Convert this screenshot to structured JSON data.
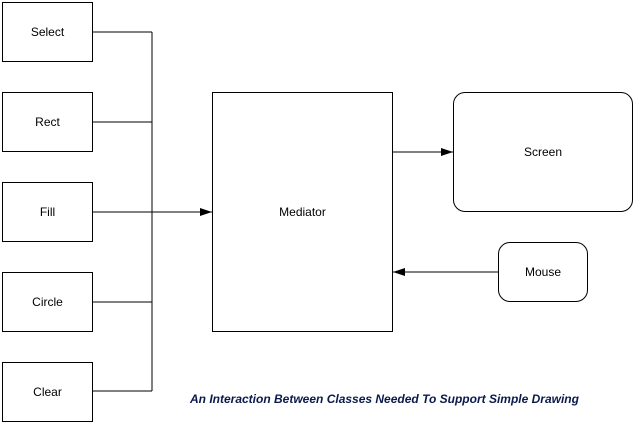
{
  "nodes": {
    "select": "Select",
    "rect": "Rect",
    "fill": "Fill",
    "circle": "Circle",
    "clear": "Clear",
    "mediator": "Mediator",
    "screen": "Screen",
    "mouse": "Mouse"
  },
  "caption": "An Interaction Between Classes Needed To Support Simple Drawing",
  "colors": {
    "line": "#000000",
    "caption": "#0a1a4a",
    "background": "#ffffff"
  }
}
